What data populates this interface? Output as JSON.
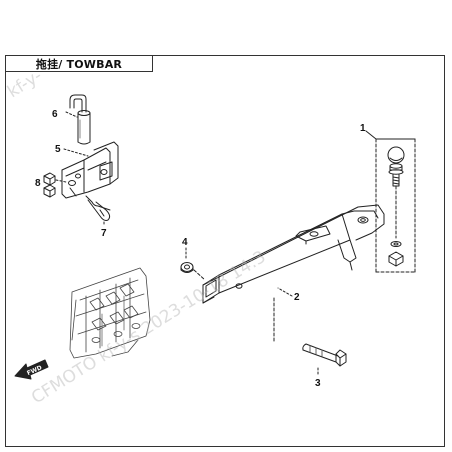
{
  "title": "拖挂/ TOWBAR",
  "callouts": [
    {
      "id": "6",
      "label": "6"
    },
    {
      "id": "5",
      "label": "5"
    },
    {
      "id": "8",
      "label": "8"
    },
    {
      "id": "7",
      "label": "7"
    },
    {
      "id": "1",
      "label": "1"
    },
    {
      "id": "4",
      "label": "4"
    },
    {
      "id": "2",
      "label": "2"
    },
    {
      "id": "3",
      "label": "3"
    }
  ],
  "fwd_label": "FWD",
  "watermarks": [
    {
      "text": "kf-y-"
    },
    {
      "text": "CFMOTO  kf-y-s  2023-10-18  14:3"
    }
  ],
  "colors": {
    "line": "#222222",
    "frame": "#333333",
    "watermark": "#b5b5b5"
  }
}
